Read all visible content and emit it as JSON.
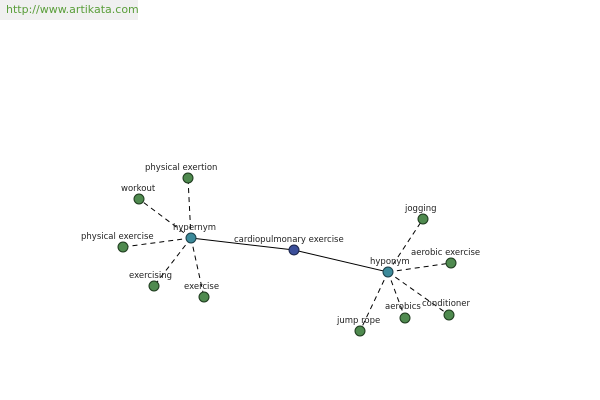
{
  "source": {
    "url": "http://www.artikata.com"
  },
  "graph": {
    "root": {
      "id": "cardio",
      "label": "cardiopulmonary exercise"
    },
    "relations": [
      {
        "id": "hyper",
        "label": "hypernym"
      },
      {
        "id": "hypo",
        "label": "hyponym"
      }
    ],
    "terms": [
      {
        "id": "physical-exertion",
        "label": "physical exertion",
        "relation": "hyper"
      },
      {
        "id": "workout",
        "label": "workout",
        "relation": "hyper"
      },
      {
        "id": "physical-exercise",
        "label": "physical exercise",
        "relation": "hyper"
      },
      {
        "id": "exercising",
        "label": "exercising",
        "relation": "hyper"
      },
      {
        "id": "exercise",
        "label": "exercise",
        "relation": "hyper"
      },
      {
        "id": "jogging",
        "label": "jogging",
        "relation": "hypo"
      },
      {
        "id": "aerobic-exercise",
        "label": "aerobic exercise",
        "relation": "hypo"
      },
      {
        "id": "conditioner",
        "label": "conditioner",
        "relation": "hypo"
      },
      {
        "id": "aerobics",
        "label": "aerobics",
        "relation": "hypo"
      },
      {
        "id": "jump-rope",
        "label": "jump rope",
        "relation": "hypo"
      }
    ],
    "colors": {
      "leaf": "#4f8a4f",
      "relation": "#3c8a9a",
      "root": "#3b4f9a",
      "link": "#5a9e3a"
    }
  }
}
